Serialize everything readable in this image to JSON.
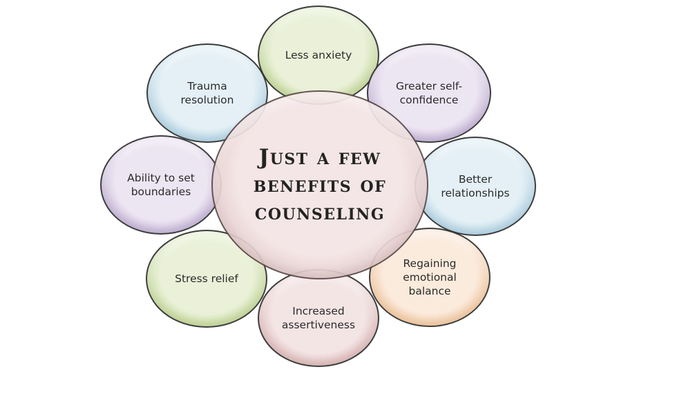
{
  "center": {
    "label": "Just a few\nbenefits of\ncounseling",
    "color": "#f4e4e4",
    "rim": "#c9a6a6"
  },
  "benefits": [
    {
      "label": "Less anxiety",
      "color": "#e9f1d6",
      "rim": "#9dbb5d"
    },
    {
      "label": "Greater self-\nconfidence",
      "color": "#ece4f2",
      "rim": "#9c84b8"
    },
    {
      "label": "Better\nrelationships",
      "color": "#e3f0f6",
      "rim": "#7fb3cf"
    },
    {
      "label": "Regaining\nemotional\nbalance",
      "color": "#fbeadb",
      "rim": "#e5a464"
    },
    {
      "label": "Increased\nassertiveness",
      "color": "#f4e4e4",
      "rim": "#c48d8d"
    },
    {
      "label": "Stress relief",
      "color": "#e9f1d6",
      "rim": "#9dbb5d"
    },
    {
      "label": "Ability to set\nboundaries",
      "color": "#ece4f2",
      "rim": "#9c84b8"
    },
    {
      "label": "Trauma\nresolution",
      "color": "#e3f0f6",
      "rim": "#7fb3cf"
    }
  ]
}
